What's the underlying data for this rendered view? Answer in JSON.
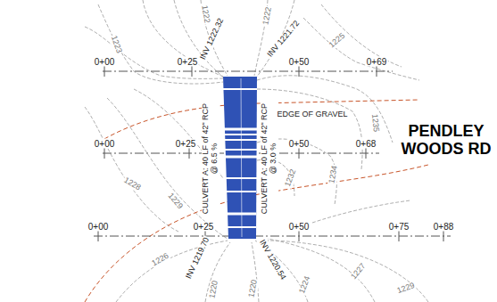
{
  "diagram": {
    "labels": [
      "0+00",
      "0+25",
      "0+50",
      "0+69",
      "0+00",
      "0+25",
      "0+50",
      "0+68",
      "0+00",
      "0+25",
      "0+50",
      "0+75",
      "0+88",
      "INV 1222.32",
      "INV 1221.72",
      "INV 1219.70",
      "INV 1220.54",
      "CULVERT A: 40 LF of 42\" RCP @ 6.5 %",
      "CULVERT A: 40 LF of 42\" RCP @ 3.0 %",
      "EDGE OF GRAVEL",
      "PENDLEY WOODS RD",
      "1222",
      "1222",
      "1223",
      "1225",
      "1235",
      "1234",
      "1232",
      "1228",
      "1229",
      "1226",
      "1220",
      "1220",
      "1224",
      "1227",
      "1229"
    ]
  }
}
